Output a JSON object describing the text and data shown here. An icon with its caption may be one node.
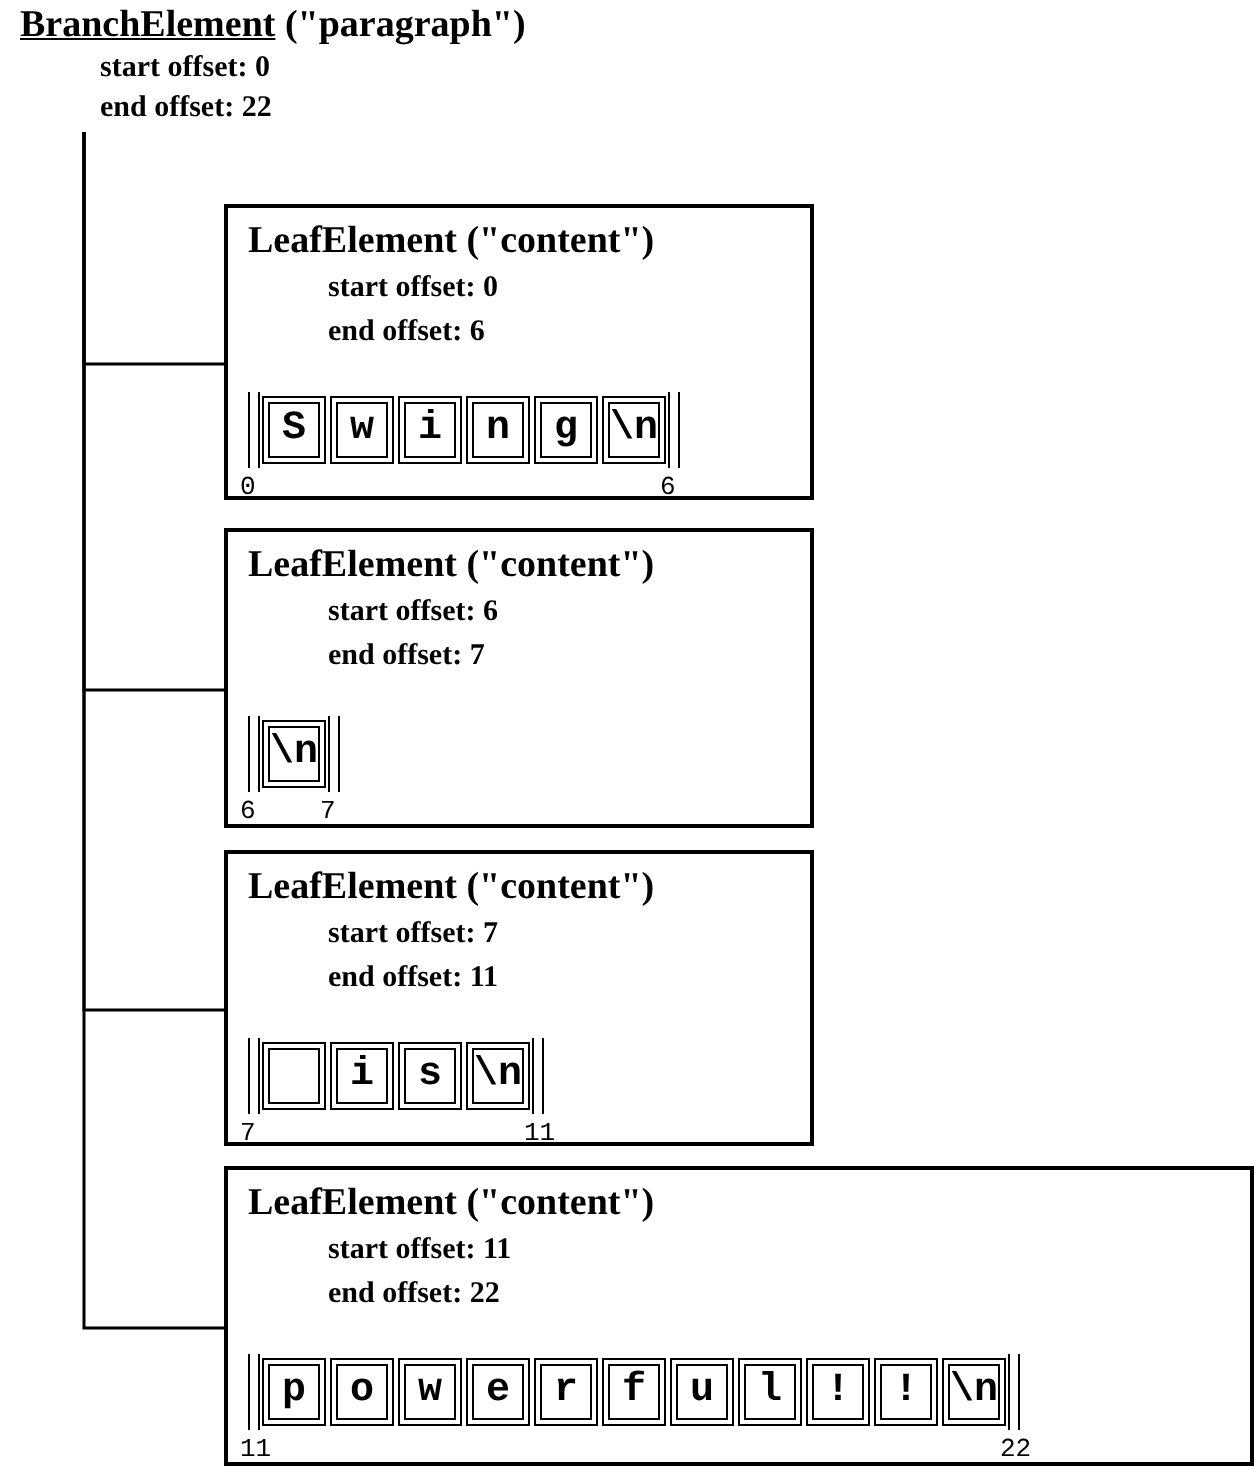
{
  "diagram": {
    "nodes": [
      {
        "text": [
          "BranchElement (\"paragraph\")",
          "start offset: 0",
          "end offset: 22"
        ]
      },
      {
        "text": [
          "LeafElement (\"content\")",
          "start offset: 0",
          "end offset: 6"
        ]
      },
      {
        "text": [
          "S"
        ],
        "in": 1
      },
      {
        "text": [
          "w"
        ],
        "in": 1
      },
      {
        "text": [
          "i"
        ],
        "in": 1
      },
      {
        "text": [
          "n"
        ],
        "in": 1
      },
      {
        "text": [
          "g"
        ],
        "in": 1
      },
      {
        "text": [
          "\\n"
        ],
        "in": 1
      },
      {
        "text": [
          "LeafElement (\"content\")",
          "start offset: 6",
          "end offset: 7"
        ]
      },
      {
        "text": [
          "\\n"
        ],
        "in": 8
      },
      {
        "text": [
          "LeafElement (\"content\")",
          "start offset: 7",
          "end offset: 11"
        ]
      },
      {
        "text": [],
        "shape": "box",
        "in": 10
      },
      {
        "text": [
          "i"
        ],
        "in": 10
      },
      {
        "text": [
          "s"
        ],
        "in": 10
      },
      {
        "text": [
          "\\n"
        ],
        "in": 10
      },
      {
        "text": [
          "LeafElement (\"content\")",
          "start offset: 11",
          "end offset: 22"
        ]
      },
      {
        "text": [
          "p"
        ],
        "in": 15
      },
      {
        "text": [
          "o"
        ],
        "in": 15
      },
      {
        "text": [
          "w"
        ],
        "in": 15
      },
      {
        "text": [
          "e"
        ],
        "in": 15
      },
      {
        "text": [
          "r"
        ],
        "in": 15
      },
      {
        "text": [
          "f"
        ],
        "in": 15
      },
      {
        "text": [
          "u"
        ],
        "in": 15
      },
      {
        "text": [
          "l"
        ],
        "in": 15
      },
      {
        "text": [
          "!"
        ],
        "in": 15
      },
      {
        "text": [
          "!"
        ],
        "in": 15
      },
      {
        "text": [
          "\\n"
        ],
        "in": 15
      }
    ],
    "edges": [
      {
        "from": 0,
        "to": 1,
        "arrow": "none"
      },
      {
        "from": 0,
        "to": 8,
        "arrow": "none"
      },
      {
        "from": 0,
        "to": 10,
        "arrow": "none"
      },
      {
        "from": 0,
        "to": 15,
        "arrow": "none"
      }
    ],
    "labels": [
      "0",
      "6",
      "6",
      "7",
      "7",
      "11",
      "11",
      "22"
    ]
  }
}
